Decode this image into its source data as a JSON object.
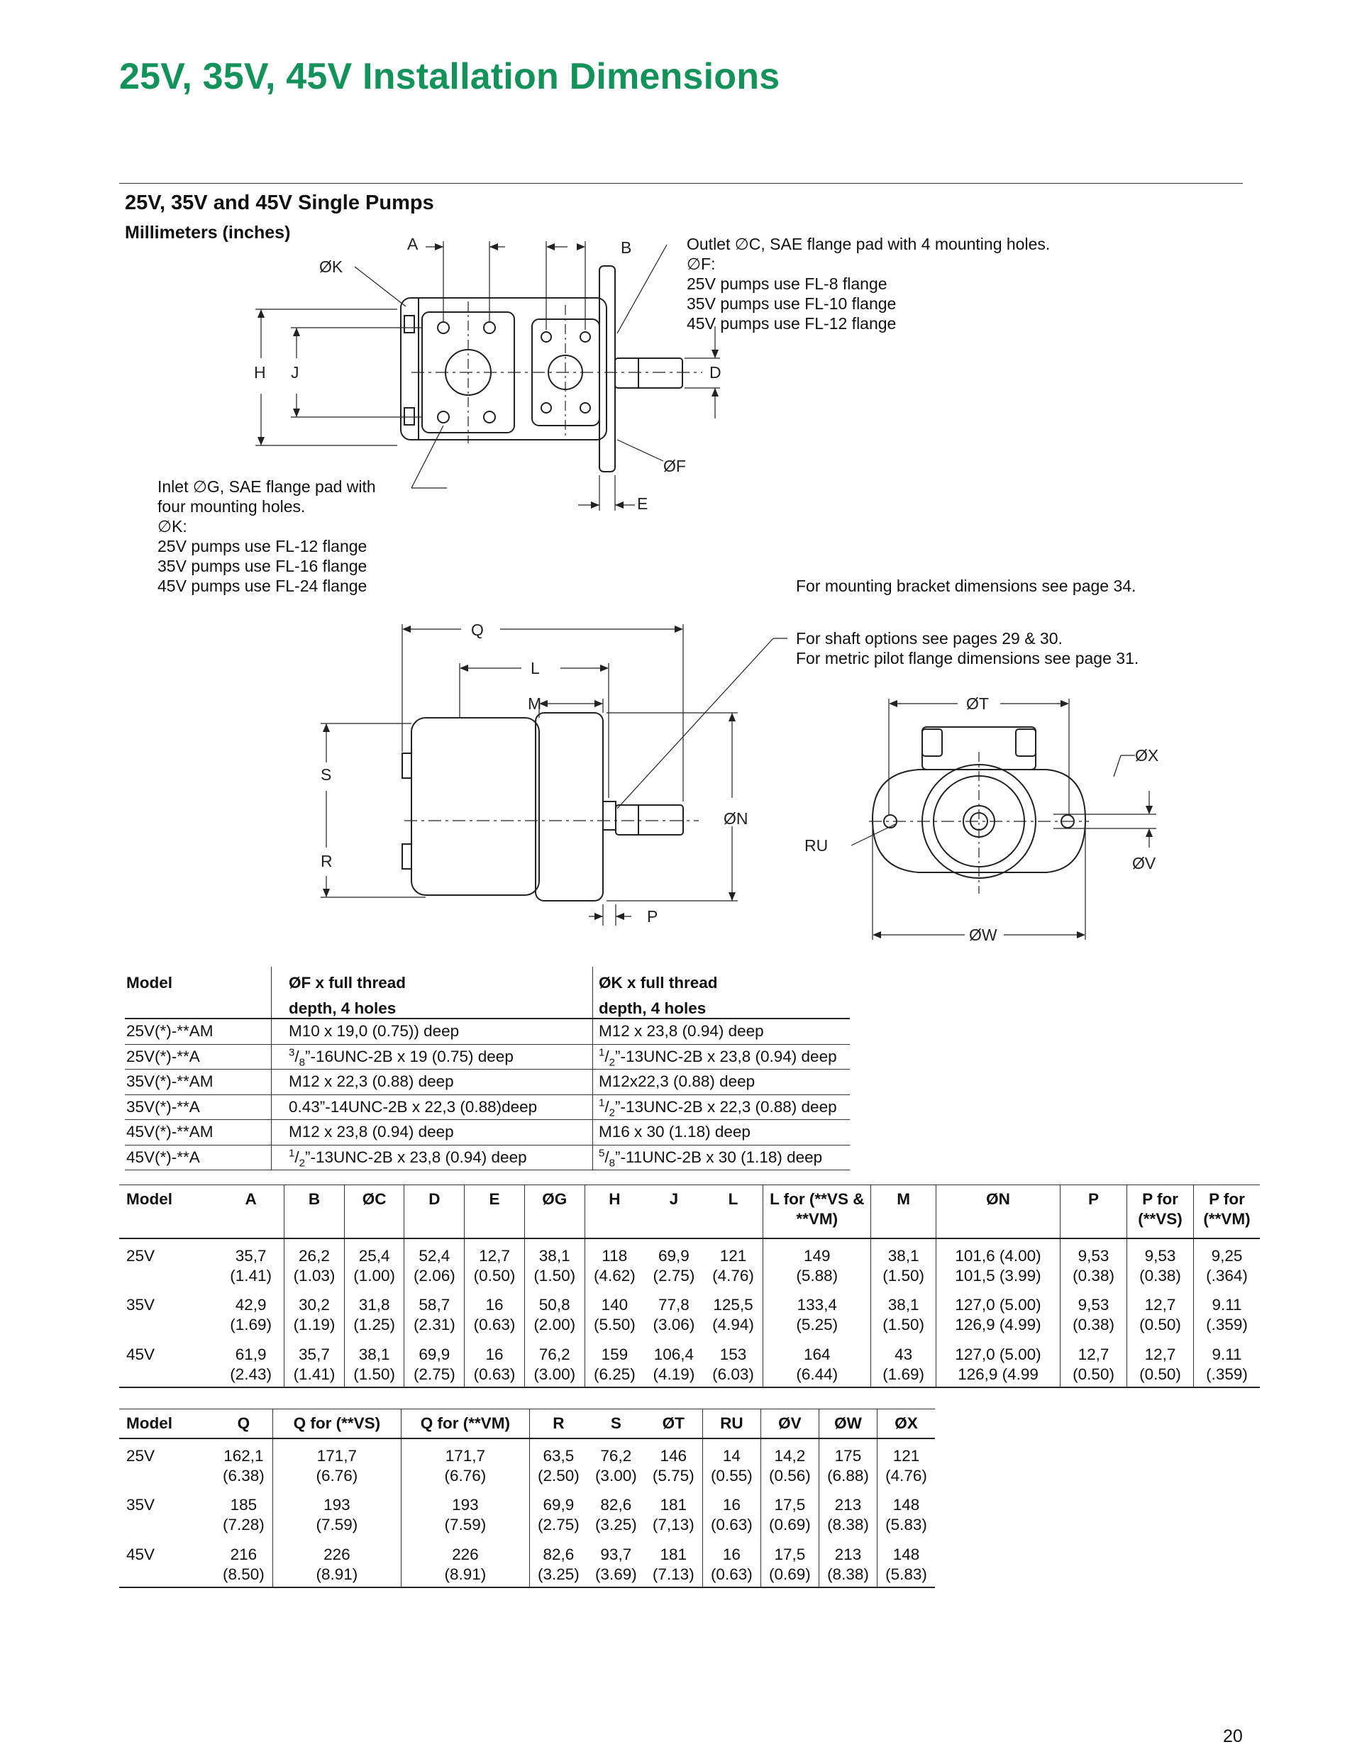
{
  "page": {
    "title": "25V, 35V, 45V Installation Dimensions",
    "subtitle": "25V, 35V and 45V Single Pumps",
    "units": "Millimeters (inches)",
    "page_number": "20"
  },
  "drawing": {
    "labels": {
      "A": "A",
      "B": "B",
      "K": "ØK",
      "H": "H",
      "J": "J",
      "D": "D",
      "F": "ØF",
      "E": "E",
      "Q": "Q",
      "L": "L",
      "M": "M",
      "S": "S",
      "R": "R",
      "N": "ØN",
      "P": "P",
      "T": "ØT",
      "X": "ØX",
      "RU": "RU",
      "V": "ØV",
      "W": "ØW"
    },
    "outlet_note": [
      "Outlet ∅C, SAE flange pad with 4 mounting holes.",
      "∅F:",
      "25V pumps use FL-8 flange",
      "35V pumps use FL-10 flange",
      "45V pumps use FL-12 flange"
    ],
    "inlet_note": [
      "Inlet ∅G, SAE flange pad with",
      "four mounting holes.",
      "∅K:",
      "25V pumps use FL-12 flange",
      "35V pumps use FL-16 flange",
      "45V pumps use FL-24 flange"
    ],
    "bracket_note": "For mounting bracket dimensions see page 34.",
    "shaft_note": [
      "For shaft options see pages 29 & 30.",
      "For metric pilot flange dimensions see page 31."
    ]
  },
  "thread_table": {
    "headers": {
      "model": "Model",
      "f_line1": "ØF x full thread",
      "f_line2": "depth, 4 holes",
      "k_line1": "ØK x full thread",
      "k_line2": "depth, 4 holes"
    },
    "rows": [
      {
        "model": "25V(*)-**AM",
        "f": "M10 x 19,0 (0.75)) deep",
        "k": "M12 x 23,8 (0.94) deep"
      },
      {
        "model": "25V(*)-**A",
        "f": "3/8”-16UNC-2B x 19 (0.75) deep",
        "k": "1/2”-13UNC-2B x 23,8 (0.94) deep"
      },
      {
        "model": "35V(*)-**AM",
        "f": "M12 x 22,3 (0.88) deep",
        "k": "M12x22,3 (0.88) deep"
      },
      {
        "model": "35V(*)-**A",
        "f": "0.43”-14UNC-2B x 22,3 (0.88)deep",
        "k": "1/2”-13UNC-2B x 22,3 (0.88) deep"
      },
      {
        "model": "45V(*)-**AM",
        "f": "M12 x 23,8 (0.94) deep",
        "k": "M16 x 30 (1.18) deep"
      },
      {
        "model": "45V(*)-**A",
        "f": "1/2”-13UNC-2B x 23,8 (0.94) deep",
        "k": "5/8”-11UNC-2B x 30 (1.18) deep"
      }
    ]
  },
  "dims_table": {
    "headers": [
      "Model",
      "A",
      "B",
      "ØC",
      "D",
      "E",
      "ØG",
      "H",
      "J",
      "L",
      "L for  (**VS & **VM)",
      "M",
      "ØN",
      "P",
      "P for (**VS)",
      "P for (**VM)"
    ],
    "rows": [
      {
        "model": "25V",
        "vals": [
          [
            "35,7",
            "(1.41)"
          ],
          [
            "26,2",
            "(1.03)"
          ],
          [
            "25,4",
            "(1.00)"
          ],
          [
            "52,4",
            "(2.06)"
          ],
          [
            "12,7",
            "(0.50)"
          ],
          [
            "38,1",
            "(1.50)"
          ],
          [
            "118",
            "(4.62)"
          ],
          [
            "69,9",
            "(2.75)"
          ],
          [
            "121",
            "(4.76)"
          ],
          [
            "149",
            "(5.88)"
          ],
          [
            "38,1",
            "(1.50)"
          ],
          [
            "101,6 (4.00)",
            "101,5 (3.99)"
          ],
          [
            "9,53",
            "(0.38)"
          ],
          [
            "9,53",
            "(0.38)"
          ],
          [
            "9,25",
            "(.364)"
          ]
        ]
      },
      {
        "model": "35V",
        "vals": [
          [
            "42,9",
            "(1.69)"
          ],
          [
            "30,2",
            "(1.19)"
          ],
          [
            "31,8",
            "(1.25)"
          ],
          [
            "58,7",
            "(2.31)"
          ],
          [
            "16",
            "(0.63)"
          ],
          [
            "50,8",
            "(2.00)"
          ],
          [
            "140",
            "(5.50)"
          ],
          [
            "77,8",
            "(3.06)"
          ],
          [
            "125,5",
            "(4.94)"
          ],
          [
            "133,4",
            "(5.25)"
          ],
          [
            "38,1",
            "(1.50)"
          ],
          [
            "127,0 (5.00)",
            "126,9 (4.99)"
          ],
          [
            "9,53",
            "(0.38)"
          ],
          [
            "12,7",
            "(0.50)"
          ],
          [
            "9.11",
            "(.359)"
          ]
        ]
      },
      {
        "model": "45V",
        "vals": [
          [
            "61,9",
            "(2.43)"
          ],
          [
            "35,7",
            "(1.41)"
          ],
          [
            "38,1",
            "(1.50)"
          ],
          [
            "69,9",
            "(2.75)"
          ],
          [
            "16",
            "(0.63)"
          ],
          [
            "76,2",
            "(3.00)"
          ],
          [
            "159",
            "(6.25)"
          ],
          [
            "106,4",
            "(4.19)"
          ],
          [
            "153",
            "(6.03)"
          ],
          [
            "164",
            "(6.44)"
          ],
          [
            "43",
            "(1.69)"
          ],
          [
            "127,0 (5.00)",
            "126,9 (4.99"
          ],
          [
            "12,7",
            "(0.50)"
          ],
          [
            "12,7",
            "(0.50)"
          ],
          [
            "9.11",
            "(.359)"
          ]
        ]
      }
    ]
  },
  "qx_table": {
    "headers": [
      "Model",
      "Q",
      "Q for (**VS)",
      "Q for (**VM)",
      "R",
      "S",
      "ØT",
      "RU",
      "ØV",
      "ØW",
      "ØX"
    ],
    "rows": [
      {
        "model": "25V",
        "vals": [
          [
            "162,1",
            "(6.38)"
          ],
          [
            "171,7",
            "(6.76)"
          ],
          [
            "171,7",
            "(6.76)"
          ],
          [
            "63,5",
            "(2.50)"
          ],
          [
            "76,2",
            "(3.00)"
          ],
          [
            "146",
            "(5.75)"
          ],
          [
            "14",
            "(0.55)"
          ],
          [
            "14,2",
            "(0.56)"
          ],
          [
            "175",
            "(6.88)"
          ],
          [
            "121",
            "(4.76)"
          ]
        ]
      },
      {
        "model": "35V",
        "vals": [
          [
            "185",
            "(7.28)"
          ],
          [
            "193",
            "(7.59)"
          ],
          [
            "193",
            "(7.59)"
          ],
          [
            "69,9",
            "(2.75)"
          ],
          [
            "82,6",
            "(3.25)"
          ],
          [
            "181",
            "(7,13)"
          ],
          [
            "16",
            "(0.63)"
          ],
          [
            "17,5",
            "(0.69)"
          ],
          [
            "213",
            "(8.38)"
          ],
          [
            "148",
            "(5.83)"
          ]
        ]
      },
      {
        "model": "45V",
        "vals": [
          [
            "216",
            "(8.50)"
          ],
          [
            "226",
            "(8.91)"
          ],
          [
            "226",
            "(8.91)"
          ],
          [
            "82,6",
            "(3.25)"
          ],
          [
            "93,7",
            "(3.69)"
          ],
          [
            "181",
            "(7.13)"
          ],
          [
            "16",
            "(0.63)"
          ],
          [
            "17,5",
            "(0.69)"
          ],
          [
            "213",
            "(8.38)"
          ],
          [
            "148",
            "(5.83)"
          ]
        ]
      }
    ]
  }
}
